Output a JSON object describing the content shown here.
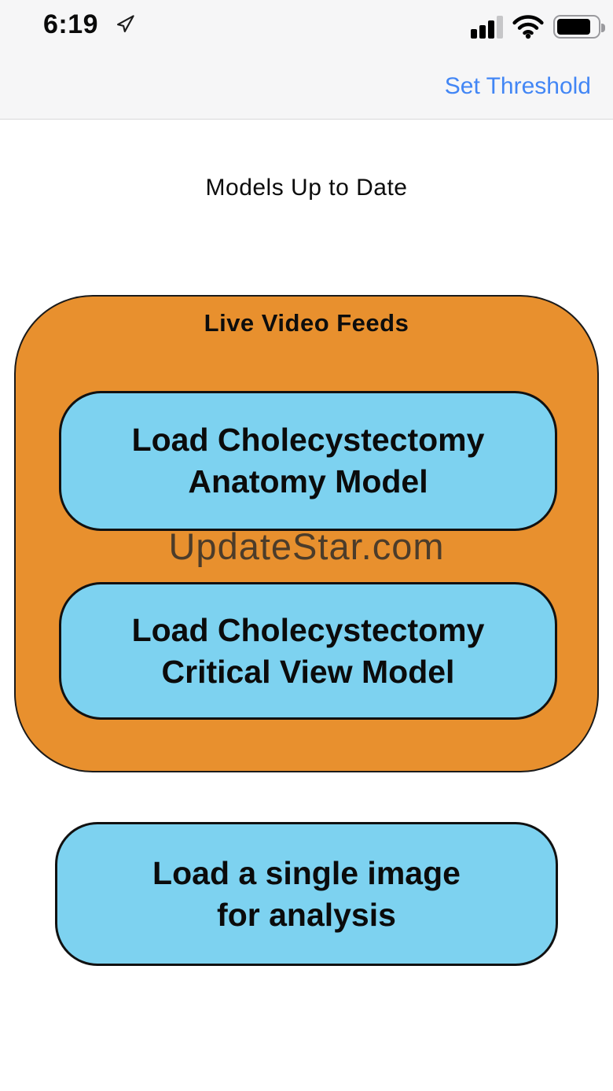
{
  "status_bar": {
    "time": "6:19",
    "location_icon": "location-arrow",
    "cellular_icon": "cellular-signal-3-of-4-bars",
    "wifi_icon": "wifi-full",
    "battery_icon": "battery-high"
  },
  "nav_bar": {
    "set_threshold_label": "Set Threshold"
  },
  "main": {
    "status_message": "Models Up to Date",
    "live_video_panel": {
      "title": "Live Video Feeds",
      "buttons": [
        {
          "lines": [
            "Load Cholecystectomy",
            "Anatomy Model"
          ]
        },
        {
          "lines": [
            "Load Cholecystectomy",
            "Critical View Model"
          ]
        }
      ]
    },
    "single_image_button": {
      "lines": [
        "Load a single image",
        "for analysis"
      ]
    },
    "watermark": "UpdateStar.com"
  },
  "colors": {
    "accent_blue": "#4286F5",
    "panel_orange": "#E8902E",
    "button_blue": "#7DD2F0",
    "outline_black": "#1A1A1A",
    "status_bar_bg": "#F6F6F7"
  }
}
